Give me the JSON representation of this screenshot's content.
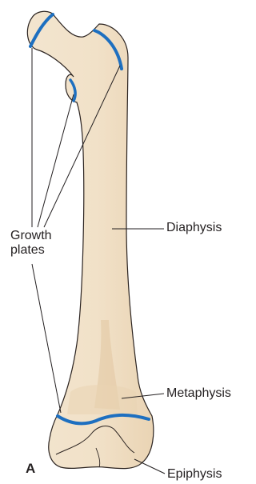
{
  "labels": {
    "growth_plates": "Growth\nplates",
    "diaphysis": "Diaphysis",
    "metaphysis": "Metaphysis",
    "epiphysis": "Epiphysis",
    "panel": "A"
  },
  "colors": {
    "bone_fill": "#f1e1c8",
    "bone_shadow": "#e3c8a3",
    "bone_outline": "#2b2320",
    "growth_plate": "#1d6fc0",
    "leader_line": "#231f20"
  }
}
